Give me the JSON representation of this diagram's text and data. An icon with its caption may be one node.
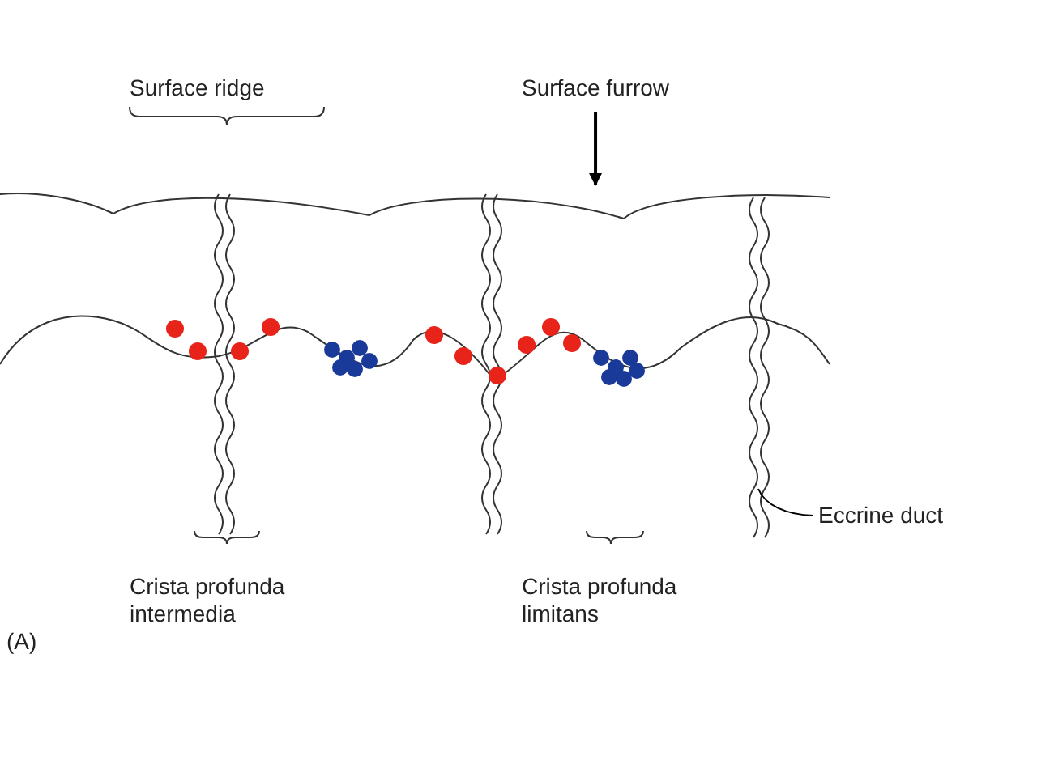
{
  "diagram": {
    "nodes": [
      {
        "text": [
          "Surface furrow"
        ]
      },
      {
        "text": [
          "Eccrine duct"
        ]
      }
    ],
    "edges": [
      {
        "from": 0,
        "to": null,
        "arrow": "to"
      },
      {
        "from": 1,
        "to": null,
        "arrow": "none"
      }
    ],
    "labels": [
      "Surface ridge",
      "Crista profunda intermedia",
      "Crista profunda limitans",
      "(A)"
    ]
  }
}
